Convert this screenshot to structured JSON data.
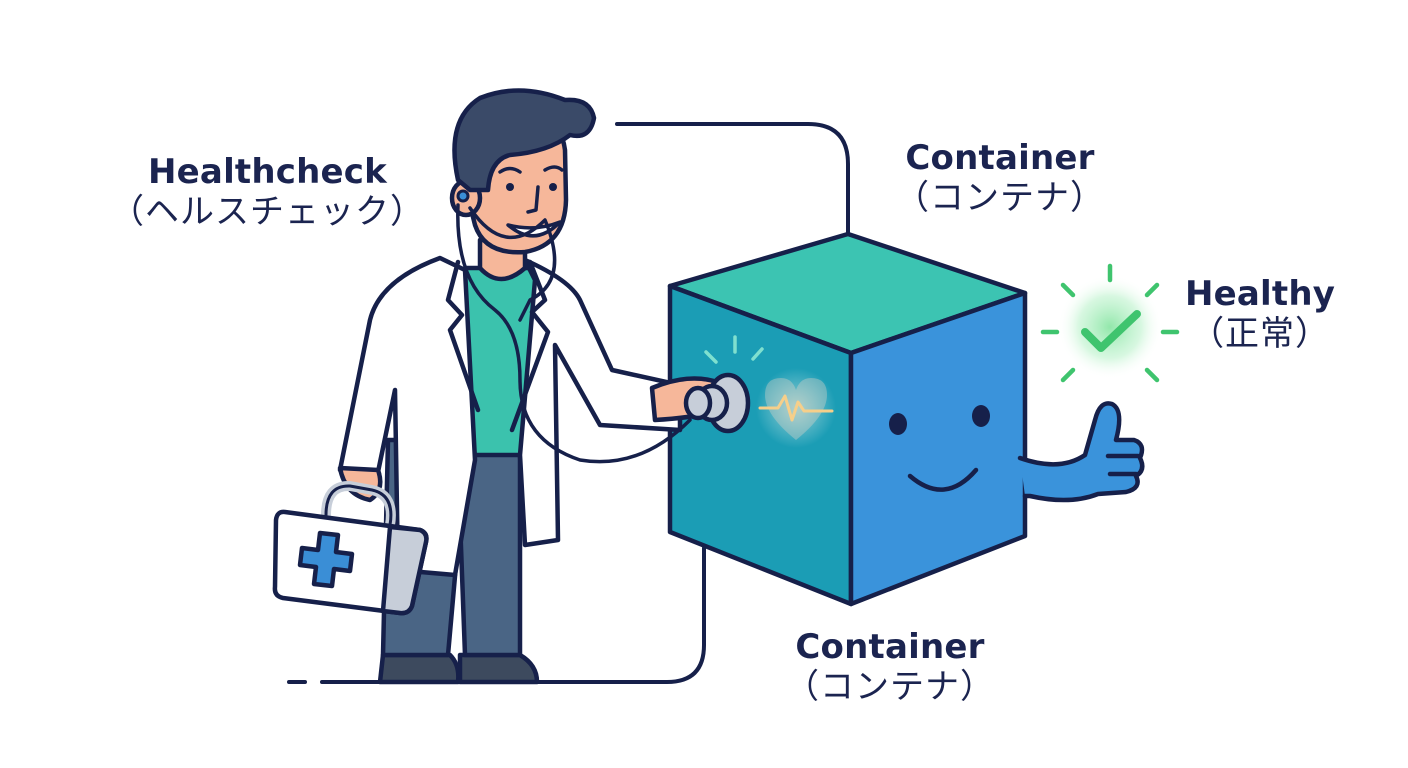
{
  "labels": {
    "healthcheck": {
      "en": "Healthcheck",
      "ja": "（ヘルスチェック）"
    },
    "container_top": {
      "en": "Container",
      "ja": "（コンテナ）"
    },
    "healthy": {
      "en": "Healthy",
      "ja": "（正常）"
    },
    "container_bottom": {
      "en": "Container",
      "ja": "（コンテナ）"
    }
  },
  "figures": {
    "doctor": {
      "icon": "doctor-with-stethoscope-icon"
    },
    "medical_kit": {
      "icon": "first-aid-kit-icon"
    },
    "container_cube": {
      "icon": "smiling-cube-icon"
    },
    "heartbeat": {
      "icon": "heartbeat-icon"
    },
    "status_check": {
      "icon": "check-mark-icon"
    },
    "thumbs_up": {
      "icon": "thumbs-up-icon"
    }
  },
  "colors": {
    "outline": "#16204a",
    "text": "#1b2450",
    "cube_top": "#3cc4b2",
    "cube_left": "#1b9db5",
    "cube_right": "#3a93db",
    "shirt": "#3bc2ad",
    "pants": "#4a6585",
    "shoes": "#3d4a5e",
    "hair": "#3a4a68",
    "skin": "#f6b79a",
    "check_green": "#3fc46e",
    "cross_blue": "#3a8ed6",
    "heart_line": "#f6cf8a"
  }
}
